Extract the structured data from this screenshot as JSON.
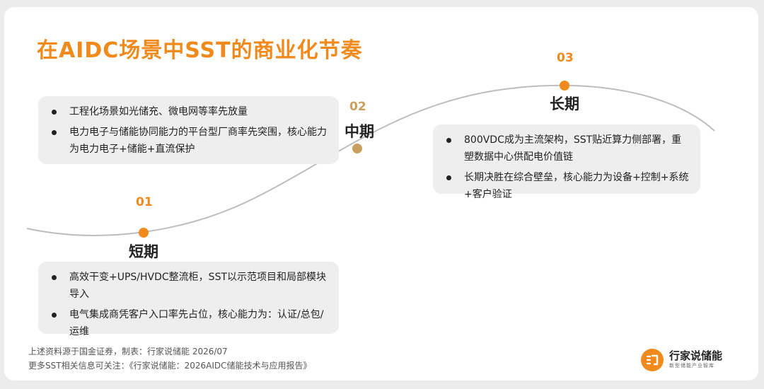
{
  "title": "在AIDC场景中SST的商业化节奏",
  "colors": {
    "accent": "#f08a1c",
    "mid_marker": "#c7a05e",
    "curve": "#bdbdbd"
  },
  "stages": [
    {
      "number": "01",
      "name": "短期",
      "bullets": [
        "高效干变+UPS/HVDC整流柜，SST以示范项目和局部模块导入",
        "电气集成商凭客户入口率先占位，核心能力为：认证/总包/运维"
      ]
    },
    {
      "number": "02",
      "name": "中期",
      "bullets": [
        "工程化场景如光储充、微电网等率先放量",
        "电力电子与储能协同能力的平台型厂商率先突围，核心能力为电力电子+储能+直流保护"
      ]
    },
    {
      "number": "03",
      "name": "长期",
      "bullets": [
        "800VDC成为主流架构，SST贴近算力侧部署，重塑数据中心供配电价值链",
        "长期决胜在综合壁垒，核心能力为设备+控制+系统+客户验证"
      ]
    }
  ],
  "footer": {
    "source": "上述资料源于国金证券，制表：行家说储能 2026/07",
    "more": "更多SST相关信息可关注：《行家说储能：2026AIDC储能技术与应用报告》"
  },
  "logo": {
    "name": "行家说储能",
    "subtitle": "新型储能产业智库",
    "mark": "行"
  }
}
